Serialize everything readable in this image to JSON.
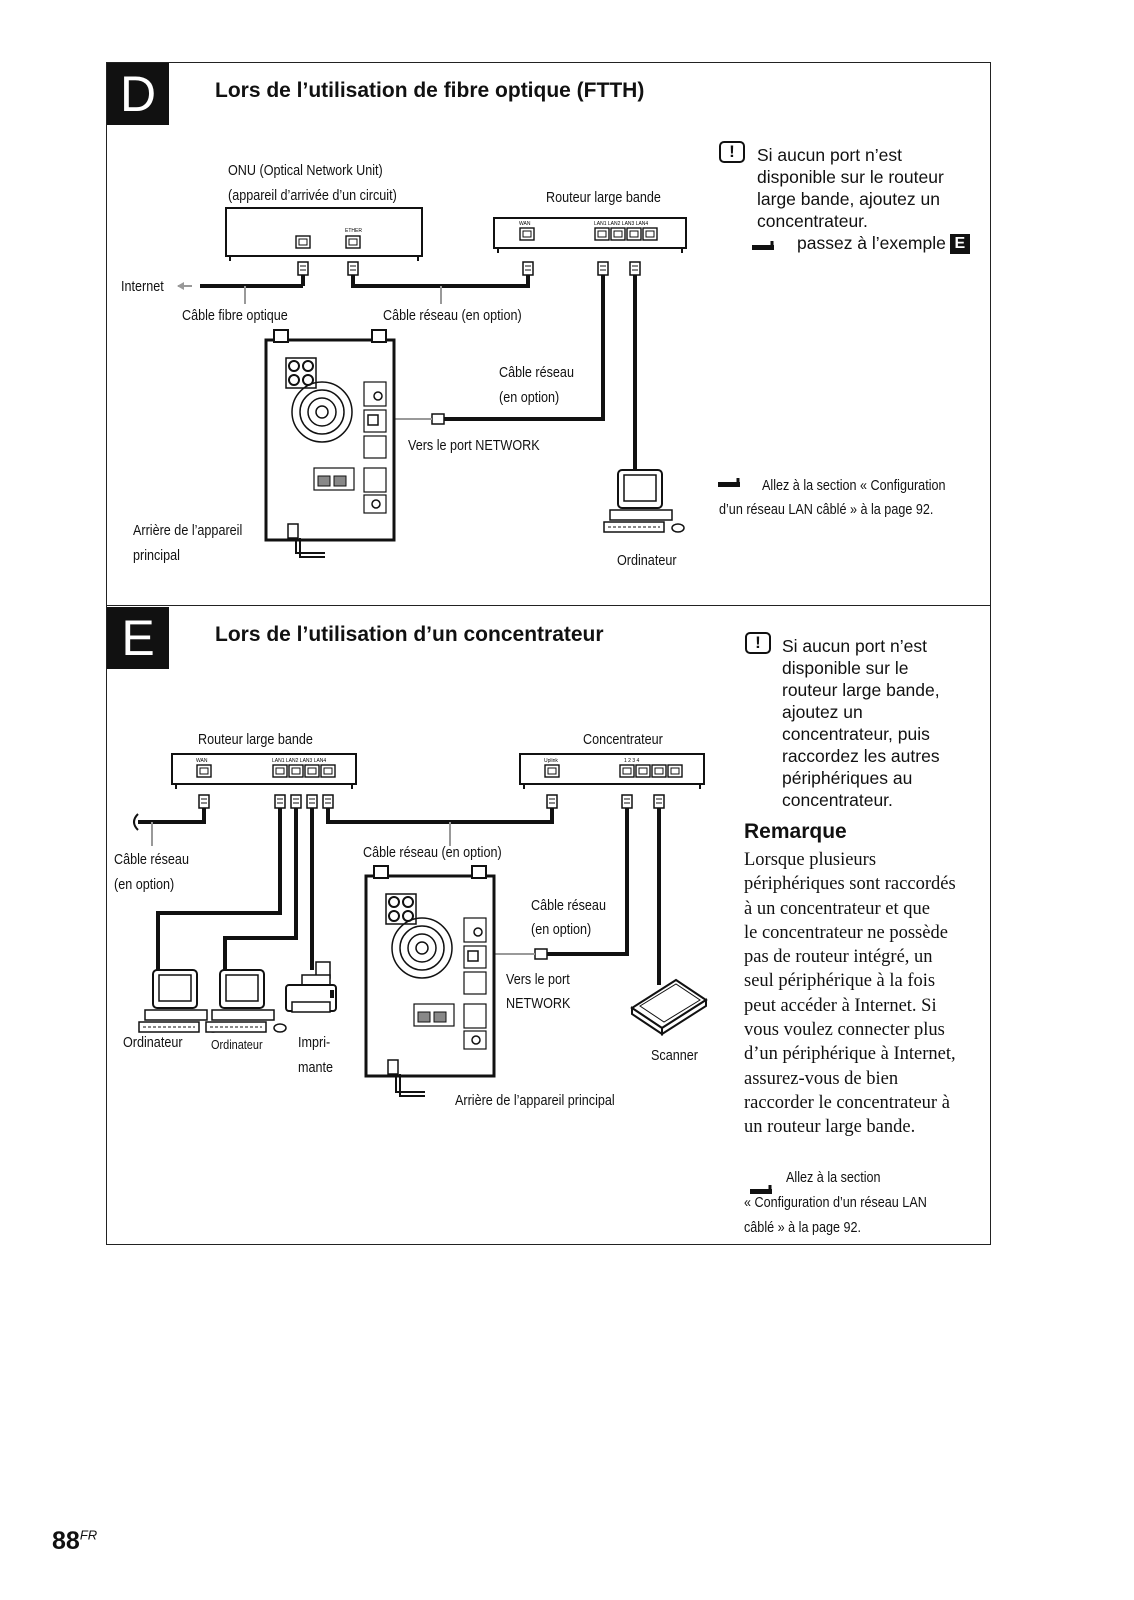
{
  "section_d": {
    "badge": "D",
    "title": "Lors de l’utilisation de fibre optique (FTTH)",
    "labels": {
      "onu_line1": "ONU (Optical Network Unit)",
      "onu_line2": "(appareil d’arrivée d’un circuit)",
      "router": "Routeur large bande",
      "internet": "Internet",
      "fiber_cable": "Câble fibre optique",
      "network_cable": "Câble réseau (en option)",
      "network_cable2_line1": "Câble réseau",
      "network_cable2_line2": "(en option)",
      "to_network_port": "Vers le port NETWORK",
      "rear_line1": "Arrière de l’appareil",
      "rear_line2": "principal",
      "computer": "Ordinateur",
      "onu_ether": "ETHER",
      "router_wan": "WAN",
      "router_lans": "LAN1 LAN2 LAN3 LAN4"
    },
    "warning": {
      "icon": "!",
      "lines": [
        "Si aucun port n’est",
        "disponible sur le routeur",
        "large bande, ajoutez un",
        "concentrateur."
      ],
      "goto": "passez à l’exemple",
      "goto_badge": "E"
    },
    "next": {
      "line1": "Allez à la section « Configuration",
      "line2": "d’un réseau LAN câblé » à la page 92."
    }
  },
  "section_e": {
    "badge": "E",
    "title": "Lors de l’utilisation d’un concentrateur",
    "labels": {
      "router": "Routeur large bande",
      "hub": "Concentrateur",
      "cable_left_line1": "Câble réseau",
      "cable_left_line2": "(en option)",
      "cable_mid": "Câble réseau (en option)",
      "cable_right_line1": "Câble réseau",
      "cable_right_line2": "(en option)",
      "to_port_line1": "Vers le port",
      "to_port_line2": "NETWORK",
      "computer1": "Ordinateur",
      "computer2": "Ordinateur",
      "printer_line1": "Impri-",
      "printer_line2": "mante",
      "scanner": "Scanner",
      "rear": "Arrière de l’appareil principal",
      "router_wan": "WAN",
      "router_lans": "LAN1 LAN2 LAN3 LAN4",
      "hub_uplink": "Uplink",
      "hub_ports": "1   2   3   4"
    },
    "warning": {
      "icon": "!",
      "lines": [
        "Si aucun port n’est",
        "disponible sur le",
        "routeur large bande,",
        "ajoutez un",
        "concentrateur, puis",
        "raccordez les autres",
        "périphériques au",
        "concentrateur."
      ]
    },
    "remark": {
      "title": "Remarque",
      "lines": [
        "Lorsque plusieurs",
        "périphériques sont raccordés",
        "à un concentrateur et que",
        "le concentrateur ne possède",
        "pas de routeur intégré, un",
        "seul périphérique à la fois",
        "peut accéder à Internet. Si",
        "vous voulez connecter plus",
        "d’un périphérique à Internet,",
        "assurez-vous de bien",
        "raccorder le concentrateur à",
        "un routeur large bande."
      ]
    },
    "next": {
      "line1": "Allez à la section",
      "line2": "« Configuration d’un réseau LAN",
      "line3": "câblé » à la page 92."
    }
  },
  "page": {
    "number": "88",
    "suffix": "FR"
  }
}
